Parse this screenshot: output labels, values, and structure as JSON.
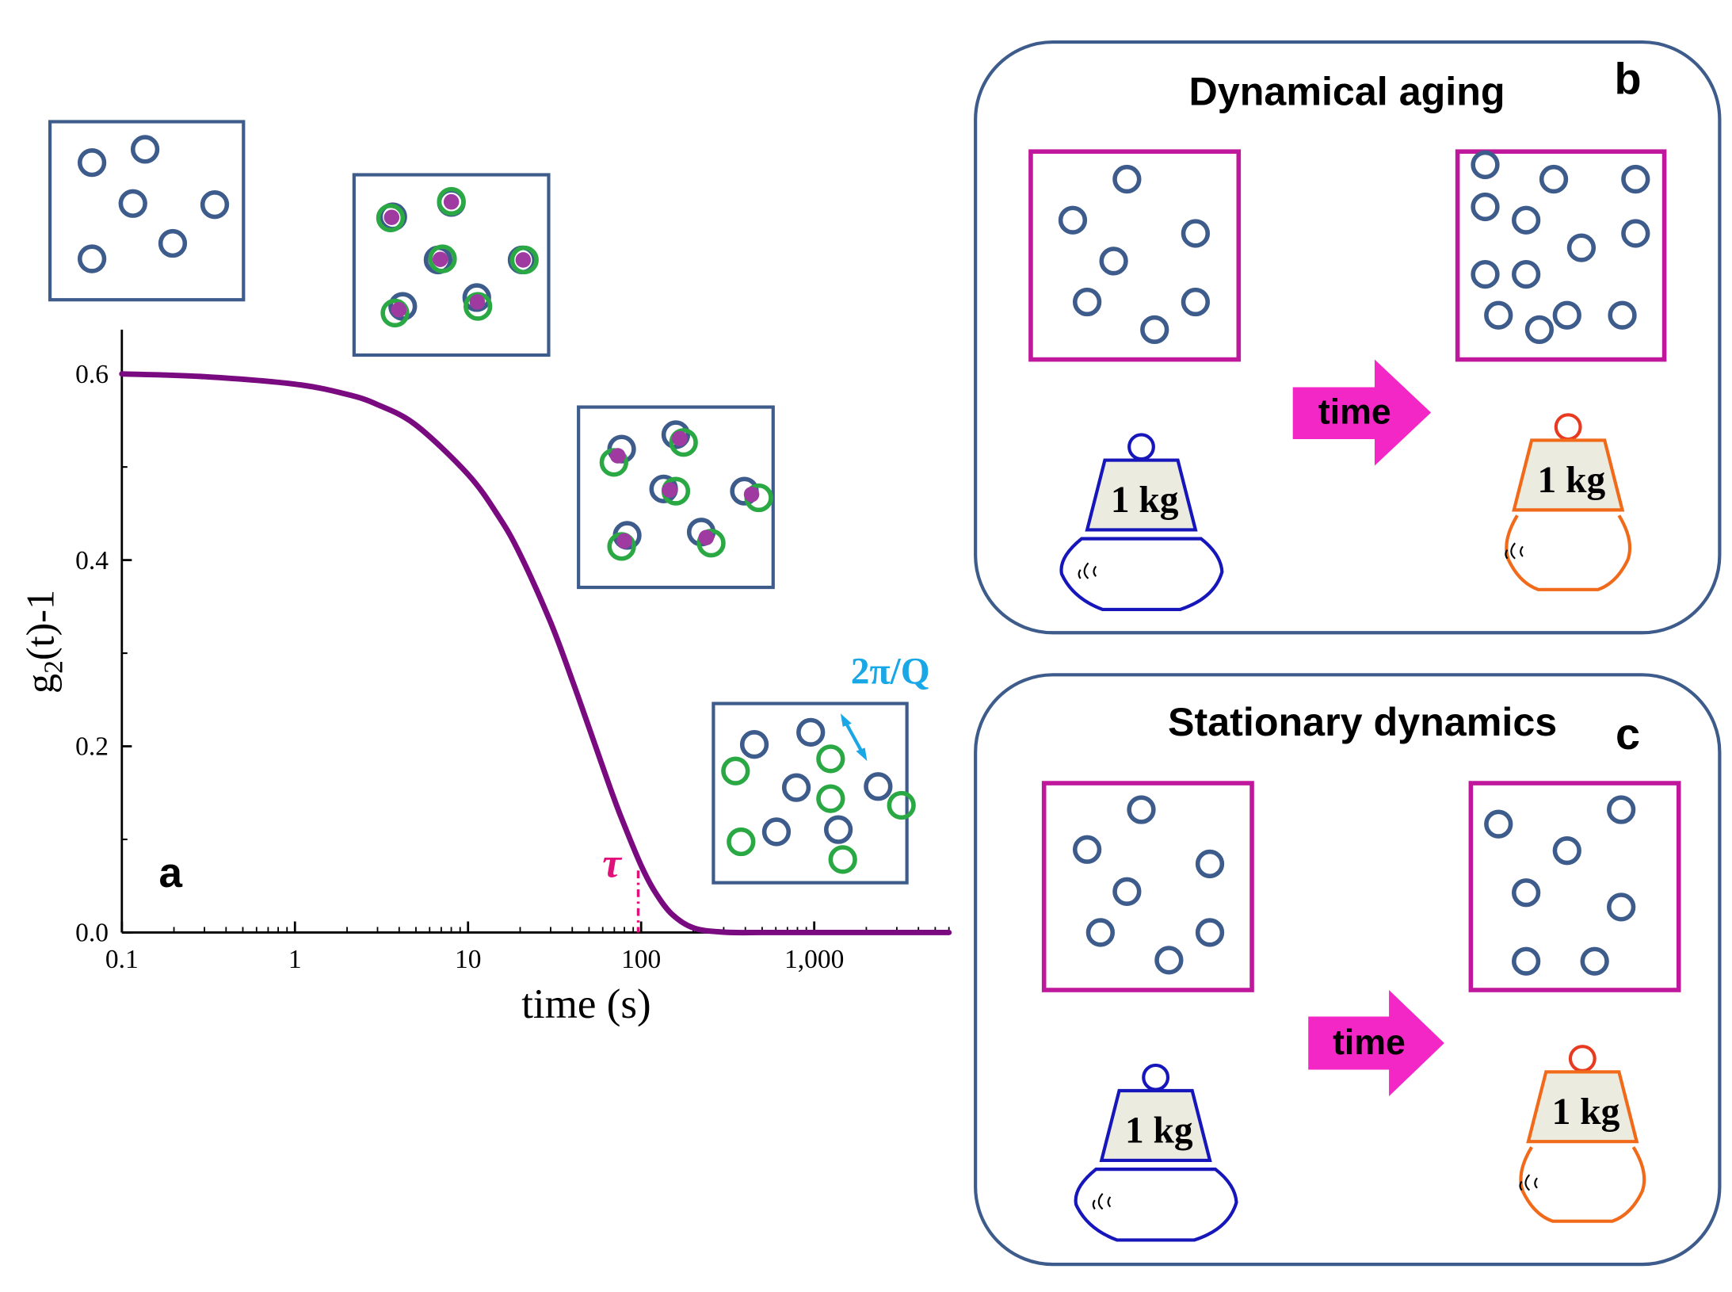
{
  "panel_a": {
    "label": "a",
    "xlabel": "time (s)",
    "ylabel_main": "g",
    "ylabel_sub": "2",
    "ylabel_rest": "(t)-1",
    "tau_label": "τ",
    "wavelength_label": "2π/Q",
    "x_ticks": [
      "0.1",
      "1",
      "10",
      "100",
      "1,000"
    ],
    "y_ticks": [
      "0.0",
      "0.2",
      "0.4",
      "0.6"
    ]
  },
  "panel_b": {
    "label": "b",
    "title": "Dynamical aging",
    "arrow_text": "time",
    "weight_left": "1 kg",
    "weight_right": "1 kg"
  },
  "panel_c": {
    "label": "c",
    "title": "Stationary dynamics",
    "arrow_text": "time",
    "weight_left": "1 kg",
    "weight_right": "1 kg"
  },
  "colors": {
    "curve": "#7a0a80",
    "frame": "#3d5c8c",
    "particle": "#3d5c8c",
    "particle_moved": "#2aa844",
    "particle_fill": "#9e3aa0",
    "magenta": "#c0189c",
    "arrow": "#f227c6",
    "tau": "#e0127a",
    "cyan": "#1aa7e6",
    "blue_weight": "#1616bb",
    "orange_weight": "#f06a1a",
    "red_ring": "#e83a20",
    "weight_fill": "#ecebe0"
  },
  "chart_data": {
    "type": "line",
    "title": "",
    "xlabel": "time (s)",
    "ylabel": "g2(t)-1",
    "xscale": "log",
    "xlim": [
      0.1,
      6000
    ],
    "ylim": [
      0.0,
      0.65
    ],
    "x_ticks": [
      0.1,
      1,
      10,
      100,
      1000
    ],
    "y_ticks": [
      0.0,
      0.2,
      0.4,
      0.6
    ],
    "grid": false,
    "series": [
      {
        "x": [
          0.1,
          0.3,
          1,
          2,
          3,
          5,
          10,
          15,
          20,
          30,
          40,
          50,
          60,
          70,
          80,
          100,
          120,
          150,
          200,
          300,
          500,
          1000,
          3000,
          6000
        ],
        "y": [
          0.6,
          0.597,
          0.589,
          0.578,
          0.567,
          0.545,
          0.492,
          0.447,
          0.406,
          0.333,
          0.271,
          0.22,
          0.178,
          0.143,
          0.115,
          0.072,
          0.044,
          0.02,
          0.005,
          0.0003,
          0.0,
          0.0,
          0.0,
          0.0
        ]
      }
    ],
    "annotations": [
      {
        "text": "τ",
        "x": 100
      }
    ]
  }
}
